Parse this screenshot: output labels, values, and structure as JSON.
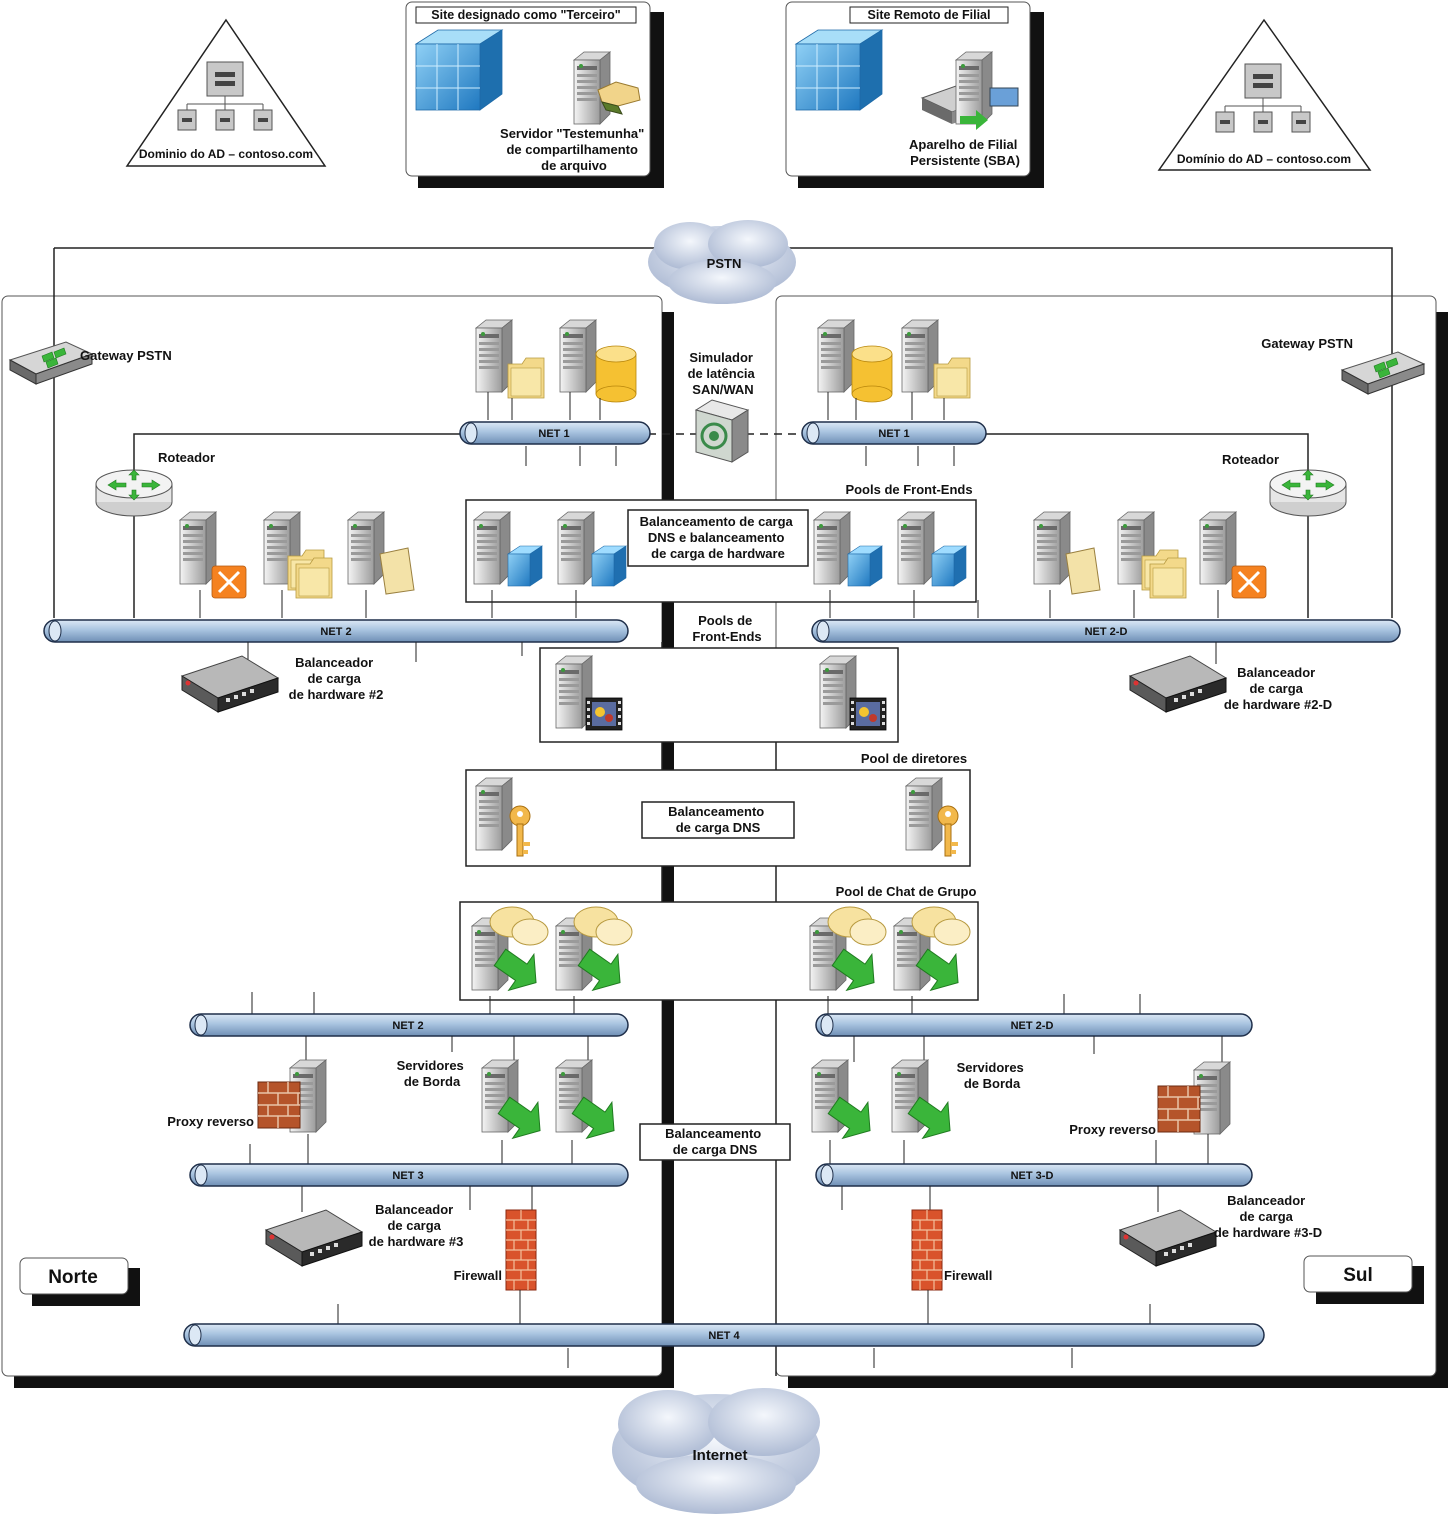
{
  "domains": {
    "left": "Dominio do AD – contoso.com",
    "right": "Domínio do AD – contoso.com"
  },
  "third_site": {
    "title": "Site designado como \"Terceiro\"",
    "witness": [
      "Servidor \"Testemunha\"",
      "de compartilhamento",
      "de arquivo"
    ]
  },
  "branch_site": {
    "title": "Site Remoto de Filial",
    "sba": [
      "Aparelho de Filial",
      "Persistente (SBA)"
    ]
  },
  "clouds": {
    "pstn": "PSTN",
    "internet": "Internet"
  },
  "north": {
    "label": "Norte",
    "gateway": "Gateway PSTN",
    "router": "Roteador",
    "hlb2": [
      "Balanceador",
      "de carga",
      "de hardware #2"
    ],
    "edge": [
      "Servidores",
      "de Borda"
    ],
    "proxy": "Proxy reverso",
    "hlb3": [
      "Balanceador",
      "de carga",
      "de hardware #3"
    ],
    "firewall": "Firewall"
  },
  "south": {
    "label": "Sul",
    "gateway": "Gateway PSTN",
    "router": "Roteador",
    "hlb2": [
      "Balanceador",
      "de carga",
      "de hardware #2-D"
    ],
    "edge": [
      "Servidores",
      "de Borda"
    ],
    "proxy": "Proxy reverso",
    "hlb3": [
      "Balanceador",
      "de carga",
      "de hardware #3-D"
    ],
    "firewall": "Firewall"
  },
  "center": {
    "latency": [
      "Simulador",
      "de latência",
      "SAN/WAN"
    ],
    "fe_pools_top": "Pools de Front-Ends",
    "fe_lb": [
      "Balanceamento de carga",
      "DNS e balanceamento",
      "de carga de hardware"
    ],
    "fe_pools_mid": [
      "Pools de",
      "Front-Ends"
    ],
    "director_pool": "Pool de diretores",
    "director_lb": [
      "Balanceamento",
      "de carga DNS"
    ],
    "chat_pool": "Pool de Chat de Grupo",
    "edge_lb": [
      "Balanceamento",
      "de carga DNS"
    ]
  },
  "networks": {
    "net1_left": "NET 1",
    "net1_right": "NET 1",
    "net2_left": "NET 2",
    "net2_right": "NET 2-D",
    "net2b_left": "NET 2",
    "net2b_right": "NET 2-D",
    "net3_left": "NET 3",
    "net3_right": "NET 3-D",
    "net4": "NET 4"
  },
  "colors": {
    "bus": "#a9c4e0",
    "bus_edge": "#1f2f4a",
    "server_blue": "#3a8fd0",
    "folder": "#f3d98a",
    "database": "#f5c132",
    "green_arrow": "#3ab53a",
    "brick": "#b5542a",
    "office": "#f58220"
  }
}
